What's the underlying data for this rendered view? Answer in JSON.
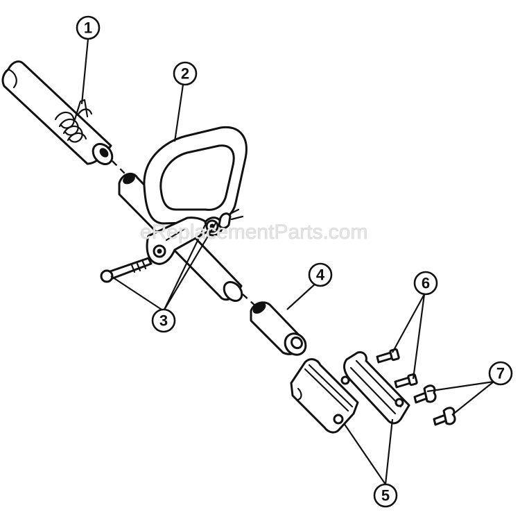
{
  "watermark": "eReplacementParts.com",
  "callouts": [
    {
      "id": "1",
      "label": "1"
    },
    {
      "id": "2",
      "label": "2"
    },
    {
      "id": "3",
      "label": "3"
    },
    {
      "id": "4",
      "label": "4"
    },
    {
      "id": "5",
      "label": "5"
    },
    {
      "id": "6",
      "label": "6"
    },
    {
      "id": "7",
      "label": "7"
    }
  ],
  "colors": {
    "line": "#111111",
    "background": "#ffffff",
    "watermark": "#e6e6e6"
  }
}
